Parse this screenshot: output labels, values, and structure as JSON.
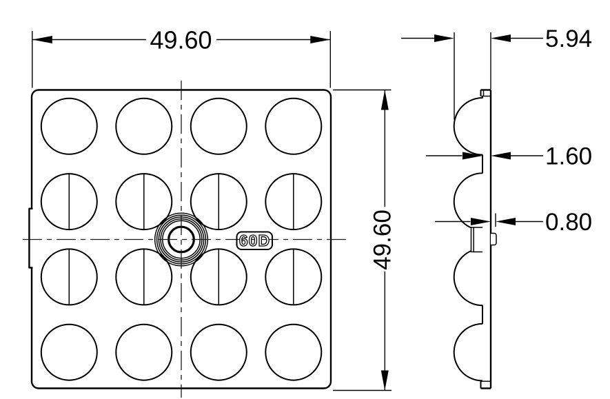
{
  "front": {
    "width_label": "49.60",
    "height_label": "49.60",
    "center_badge": "60D",
    "grid": {
      "rows": 4,
      "cols": 4
    }
  },
  "side": {
    "depth_label": "5.94",
    "thickness_label": "1.60",
    "pin_label": "0.80"
  },
  "colors": {
    "line": "#000000",
    "centerline": "#1a1a1a",
    "background": "#ffffff"
  }
}
